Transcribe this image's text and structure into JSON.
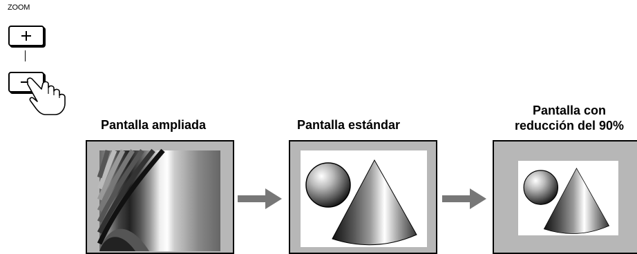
{
  "zoom": {
    "label": "ZOOM",
    "plus_symbol": "+",
    "minus_symbol": "−",
    "separator": "I"
  },
  "panels": [
    {
      "title": "Pantalla ampliada"
    },
    {
      "title": "Pantalla estándar"
    },
    {
      "title_line1": "Pantalla con",
      "title_line2": "reducción del 90%"
    }
  ],
  "colors": {
    "panel_gray": "#b7b7b7",
    "arrow_gray": "#777777",
    "border": "#000000"
  },
  "icons": [
    "hand-pointer-icon",
    "right-arrow-icon"
  ]
}
